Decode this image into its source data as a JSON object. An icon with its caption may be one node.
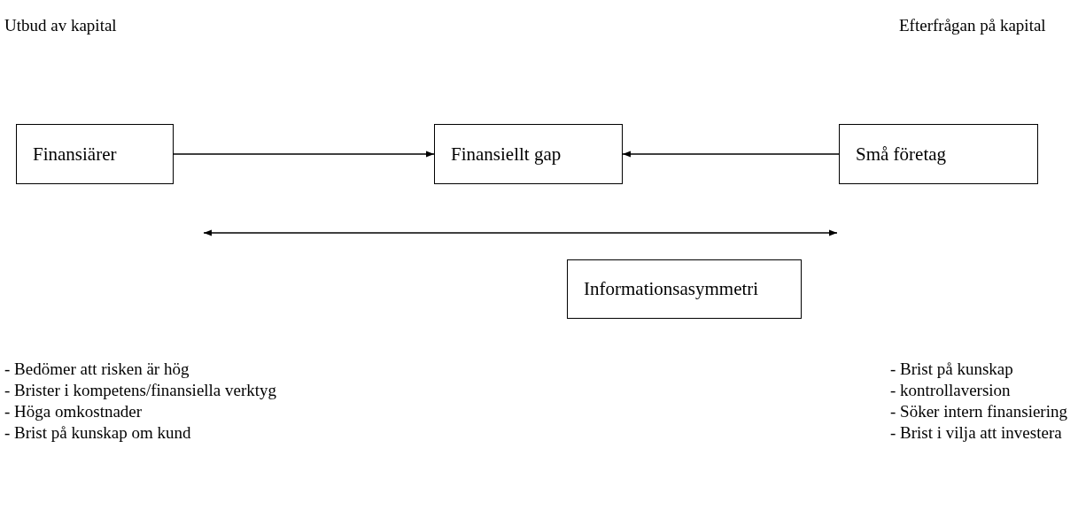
{
  "diagram": {
    "nodes": [
      {
        "text": [
          "Finansiärer"
        ]
      },
      {
        "text": [
          "Finansiellt gap"
        ]
      },
      {
        "text": [
          "Små företag"
        ]
      },
      {
        "text": [
          "Informationsasymmetri"
        ]
      }
    ],
    "edges": [
      {
        "from": 0,
        "to": 1,
        "arrow": "to"
      },
      {
        "from": 2,
        "to": 1,
        "arrow": "to"
      }
    ],
    "labels": [
      "Utbud av kapital",
      "Efterfrågan på kapital",
      "- Bedömer att risken är hög",
      "- Brister i kompetens/finansiella verktyg",
      "- Höga omkostnader",
      "- Brist på kunskap om kund",
      "- Brist på kunskap",
      "- kontrollaversion",
      "- Söker intern finansiering",
      "- Brist i vilja att investera"
    ]
  }
}
